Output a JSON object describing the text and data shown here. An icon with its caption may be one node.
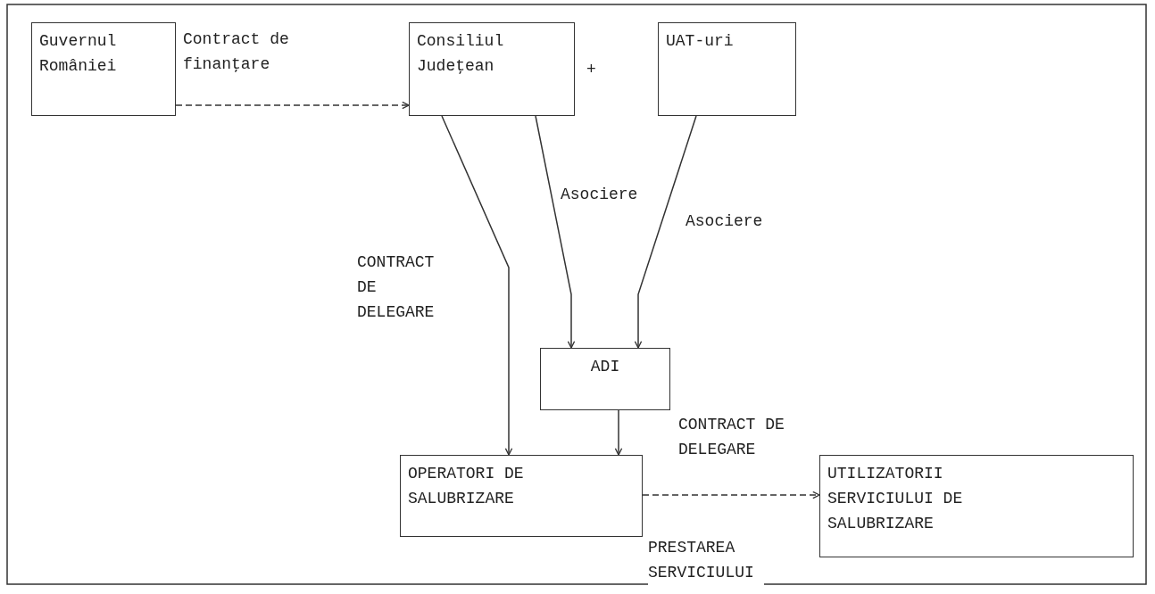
{
  "diagram": {
    "nodes": [
      {
        "text": [
          "Guvernul României"
        ]
      },
      {
        "text": [
          "Consiliul Judeţean"
        ]
      },
      {
        "text": [
          "UAT-uri"
        ]
      },
      {
        "text": [
          "ADI"
        ]
      },
      {
        "text": [
          "OPERATORI DE SALUBRIZARE"
        ]
      },
      {
        "text": [
          "UTILIZATORII SERVICIULUI DE SALUBRIZARE"
        ]
      }
    ],
    "edges": [
      {
        "from": 0,
        "to": 1,
        "arrow": "to",
        "style": "dashed",
        "label": "Contract de finanţare"
      },
      {
        "from": 1,
        "to": 4,
        "arrow": "to",
        "label": "CONTRACT DE DELEGARE"
      },
      {
        "from": 1,
        "to": 3,
        "arrow": "to",
        "label": "Asociere"
      },
      {
        "from": 2,
        "to": 3,
        "arrow": "to",
        "label": "Asociere"
      },
      {
        "from": 3,
        "to": 4,
        "arrow": "to",
        "label": "CONTRACT DE DELEGARE"
      },
      {
        "from": 4,
        "to": 5,
        "arrow": "to",
        "style": "dashed",
        "label": "PRESTAREA SERVICIULUI"
      }
    ],
    "labels": [
      "+"
    ]
  }
}
